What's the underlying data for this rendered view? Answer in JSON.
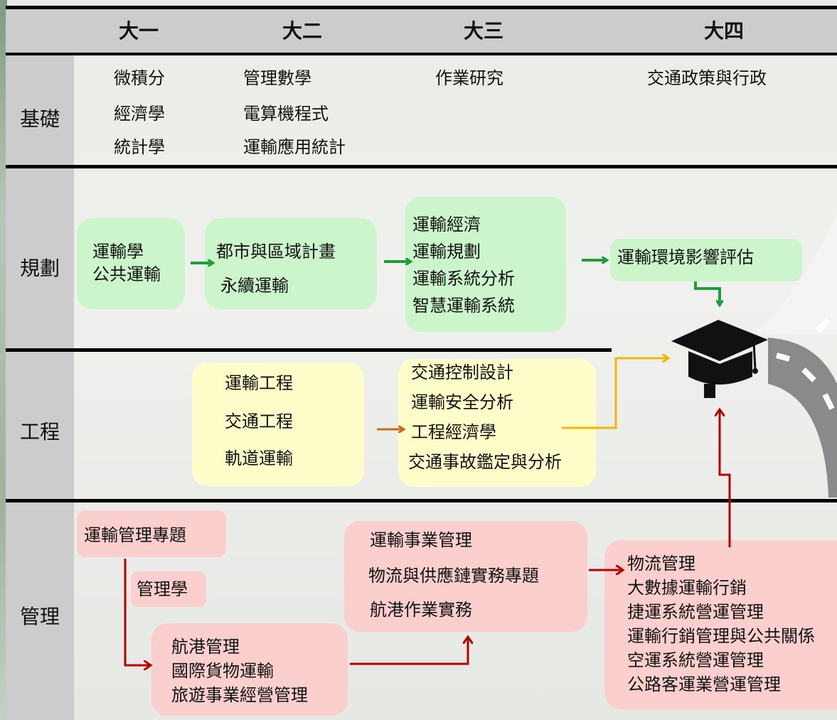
{
  "years": [
    "大一",
    "大二",
    "大三",
    "大四"
  ],
  "categories": {
    "basic": "基礎",
    "planning": "規劃",
    "engineering": "工程",
    "management": "管理"
  },
  "basic": {
    "y1": [
      "微積分",
      "經濟學",
      "統計學"
    ],
    "y2": [
      "管理數學",
      "電算機程式",
      "運輸應用統計"
    ],
    "y3": [
      "作業研究"
    ],
    "y4": [
      "交通政策與行政"
    ]
  },
  "planning": {
    "box1": [
      "運輸學",
      "公共運輸"
    ],
    "box2": [
      "都市與區域計畫",
      "永續運輸"
    ],
    "box3": [
      "運輸經濟",
      "運輸規劃",
      "運輸系統分析",
      "智慧運輸系統"
    ],
    "box4": [
      "運輸環境影響評估"
    ]
  },
  "engineering": {
    "box1": [
      "運輸工程",
      "交通工程",
      "軌道運輸"
    ],
    "box2": [
      "交通控制設計",
      "運輸安全分析",
      "工程經濟學",
      "交通事故鑑定與分析"
    ]
  },
  "management": {
    "box1": [
      "運輸管理專題"
    ],
    "box2": [
      "管理學"
    ],
    "box3": [
      "航港管理",
      "國際貨物運輸",
      "旅遊事業經營管理"
    ],
    "box4": [
      "運輸事業管理",
      "物流與供應鏈實務專題",
      "航港作業實務"
    ],
    "box5": [
      "物流管理",
      "大數據運輸行銷",
      "捷運系統營運管理",
      "運輸行銷管理與公共關係",
      "空運系統營運管理",
      "公路客運業營運管理"
    ]
  },
  "colors": {
    "green_box": "#ccf5cc",
    "yellow_box": "#fefecb",
    "pink_box": "#fccfcf",
    "green_arrow": "#1e9e3a",
    "orange_arrow": "#c8691a",
    "yellow_arrow": "#f5b400",
    "red_arrow": "#b40000"
  },
  "icons": [
    "graduation-cap-icon",
    "road-curve-icon"
  ]
}
